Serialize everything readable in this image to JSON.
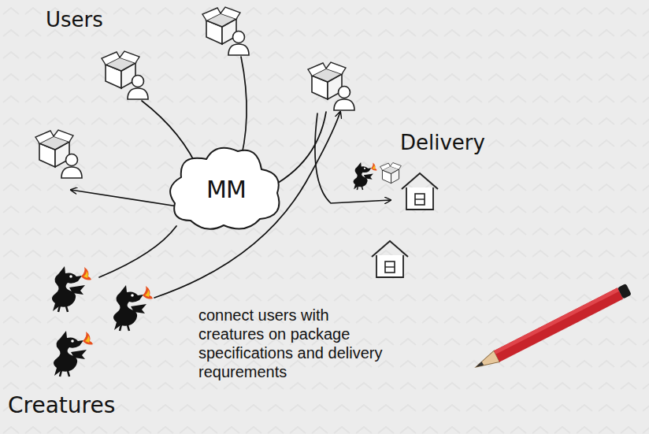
{
  "diagram": {
    "nodes": [
      {
        "text": [
          "MM"
        ]
      }
    ],
    "labels": [
      "Users",
      "Delivery",
      "connect users with creatures on package specifications and delivery requrements",
      "Creatures"
    ]
  }
}
